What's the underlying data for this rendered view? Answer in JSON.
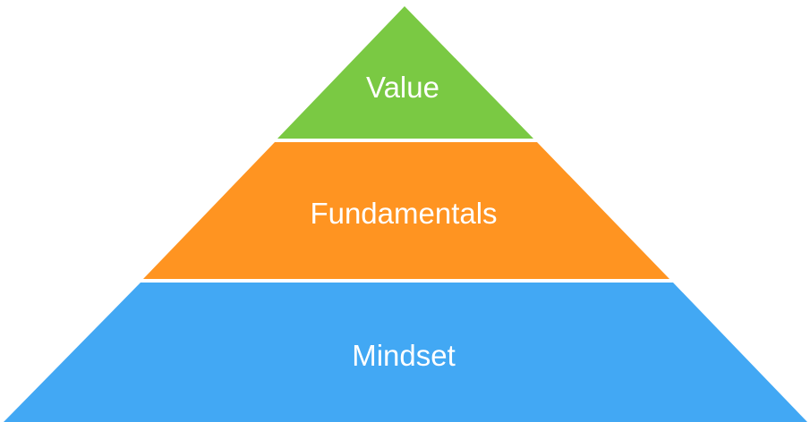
{
  "diagram": {
    "type": "pyramid",
    "levels": [
      {
        "label": "Value",
        "color": "#7AC943"
      },
      {
        "label": "Fundamentals",
        "color": "#FF9421"
      },
      {
        "label": "Mindset",
        "color": "#42A8F4"
      }
    ],
    "text_color": "#FFFFFF"
  }
}
